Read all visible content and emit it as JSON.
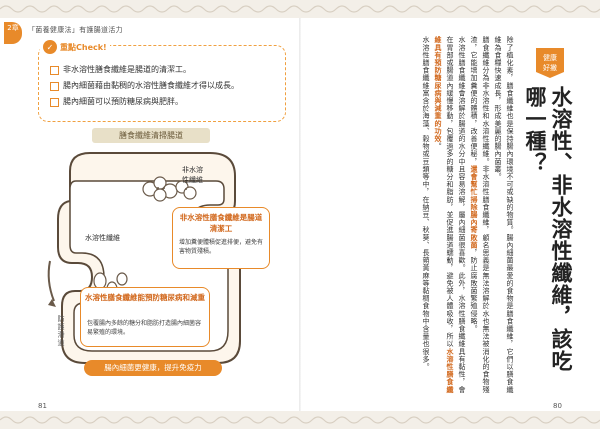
{
  "header": {
    "chapter_badge": "2章",
    "running_title": "「菌養健康法」有護腸道活力"
  },
  "checklist": {
    "title": "重點Check!",
    "items": [
      "非水溶性膳食纖維是腸道的清潔工。",
      "腸內細菌藉由黏稠的水溶性膳食纖維才得以成長。",
      "腸內細菌可以預防糖尿病與肥胖。"
    ]
  },
  "illustration": {
    "banner": "膳食纖維清掃腸道",
    "label_insoluble": "非水溶性纖維",
    "label_soluble": "水溶性纖維",
    "callout_insoluble_title": "非水溶性膳食纖維是腸道清潔工",
    "callout_insoluble_desc": "增加糞便體積促進排便，避免有害物質殘積。",
    "callout_soluble_title": "水溶性膳食纖維能預防糖尿病和減重",
    "callout_soluble_desc": "包覆腸內多餘的糖分和脂肪打造腸內細菌容易繁殖的環境。",
    "side_note": "防護滑道",
    "bottom_pill": "腸內細菌更健康，提升免疫力"
  },
  "right_page": {
    "badge_line1": "健康",
    "badge_line2": "好撇",
    "title": "水溶性、非水溶性纖維，該吃哪一種？",
    "body_segments": [
      {
        "text": "除了植化素，膳食纖維也是保持腸內環境不可或缺的物質。腸內細菌最愛的食物是膳食纖維，它們以膳食纖維為食糧快速成長，形成美麗的腸內菌叢。",
        "hl": false
      },
      {
        "text": "膳食纖維分為非水溶性和水溶性纖維。非水溶性膳食纖維，顧名思義是無法溶解於水也無法被消化的食物殘渣，它能增加糞便的體積，改善便秘，",
        "hl": false
      },
      {
        "text": "還會幫忙掃除腸內寄敗菌",
        "hl": true
      },
      {
        "text": "，防止腐敗菌繁殖侵略。",
        "hl": false
      },
      {
        "text": "水溶性膳食纖維會溶解於腸道的水分中且容易溶解，屬內細菌很喜歡。此外，水溶性膳食纖維具有黏性，會在胃部或腸道內緩慢移動，包覆過多的糖分和脂肪，並促進腸道蠕動，避免被人體吸收，所以",
        "hl": false
      },
      {
        "text": "水溶性膳食纖維具有預防糖尿病與減重的功效",
        "hl": true
      },
      {
        "text": "。",
        "hl": false
      },
      {
        "text": "水溶性膳食纖維富含於海藻、穀物或豆類等中，在納豆、秋葵、長蒴黃麻等黏稠食物中含量也很多。",
        "hl": false
      }
    ],
    "page_number": "80"
  },
  "left_page": {
    "page_number": "81"
  },
  "colors": {
    "accent": "#e88a2a",
    "highlight": "#d2691e",
    "banner_bg": "#e8e0c8"
  }
}
